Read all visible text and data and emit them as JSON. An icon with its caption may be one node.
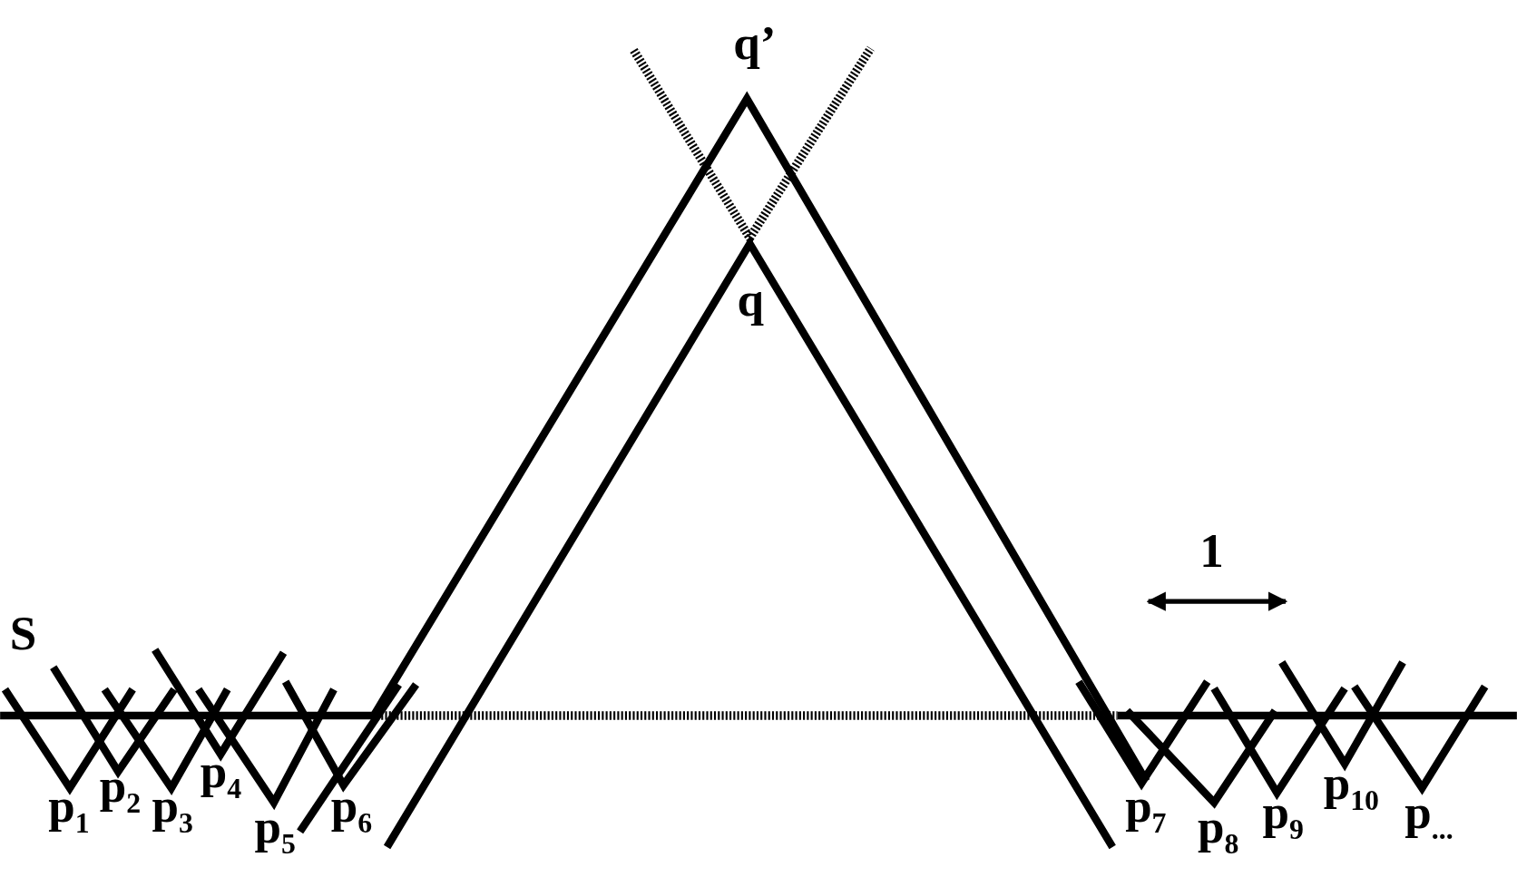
{
  "diagram": {
    "labels": [
      "q’",
      "q",
      "1",
      "S",
      "p$_{1}$",
      "p$_{2}$",
      "p$_{3}$",
      "p$_{4}$",
      "p$_{5}$",
      "p$_{6}$",
      "p$_{7}$",
      "p$_{8}$",
      "p$_{9}$",
      "p$_{10}$",
      "p$_{...}$"
    ]
  }
}
